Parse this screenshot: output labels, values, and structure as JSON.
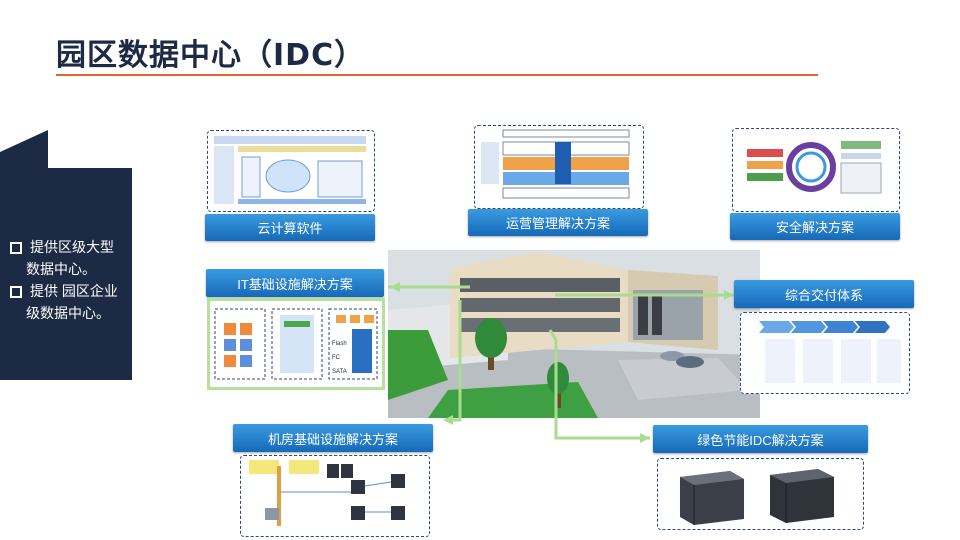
{
  "title": "园区数据中心（IDC）",
  "colors": {
    "accent": "#e0652f",
    "navy": "#1c2a44",
    "button": "#1f7ac9",
    "connector": "#a9dc8f"
  },
  "side_panel": {
    "line1": "提供区级大型",
    "line2": "数据中心。",
    "line3": "提供 园区企业",
    "line4": "级数据中心。"
  },
  "labels": {
    "cloud": "云计算软件",
    "ops": "运营管理解决方案",
    "security": "安全解决方案",
    "it_infra": "IT基础设施解决方案",
    "delivery": "综合交付体系",
    "room_infra": "机房基础设施解决方案",
    "green": "绿色节能IDC解决方案"
  },
  "it_panel": {
    "items": [
      "Flash",
      "FC",
      "SATA"
    ]
  }
}
